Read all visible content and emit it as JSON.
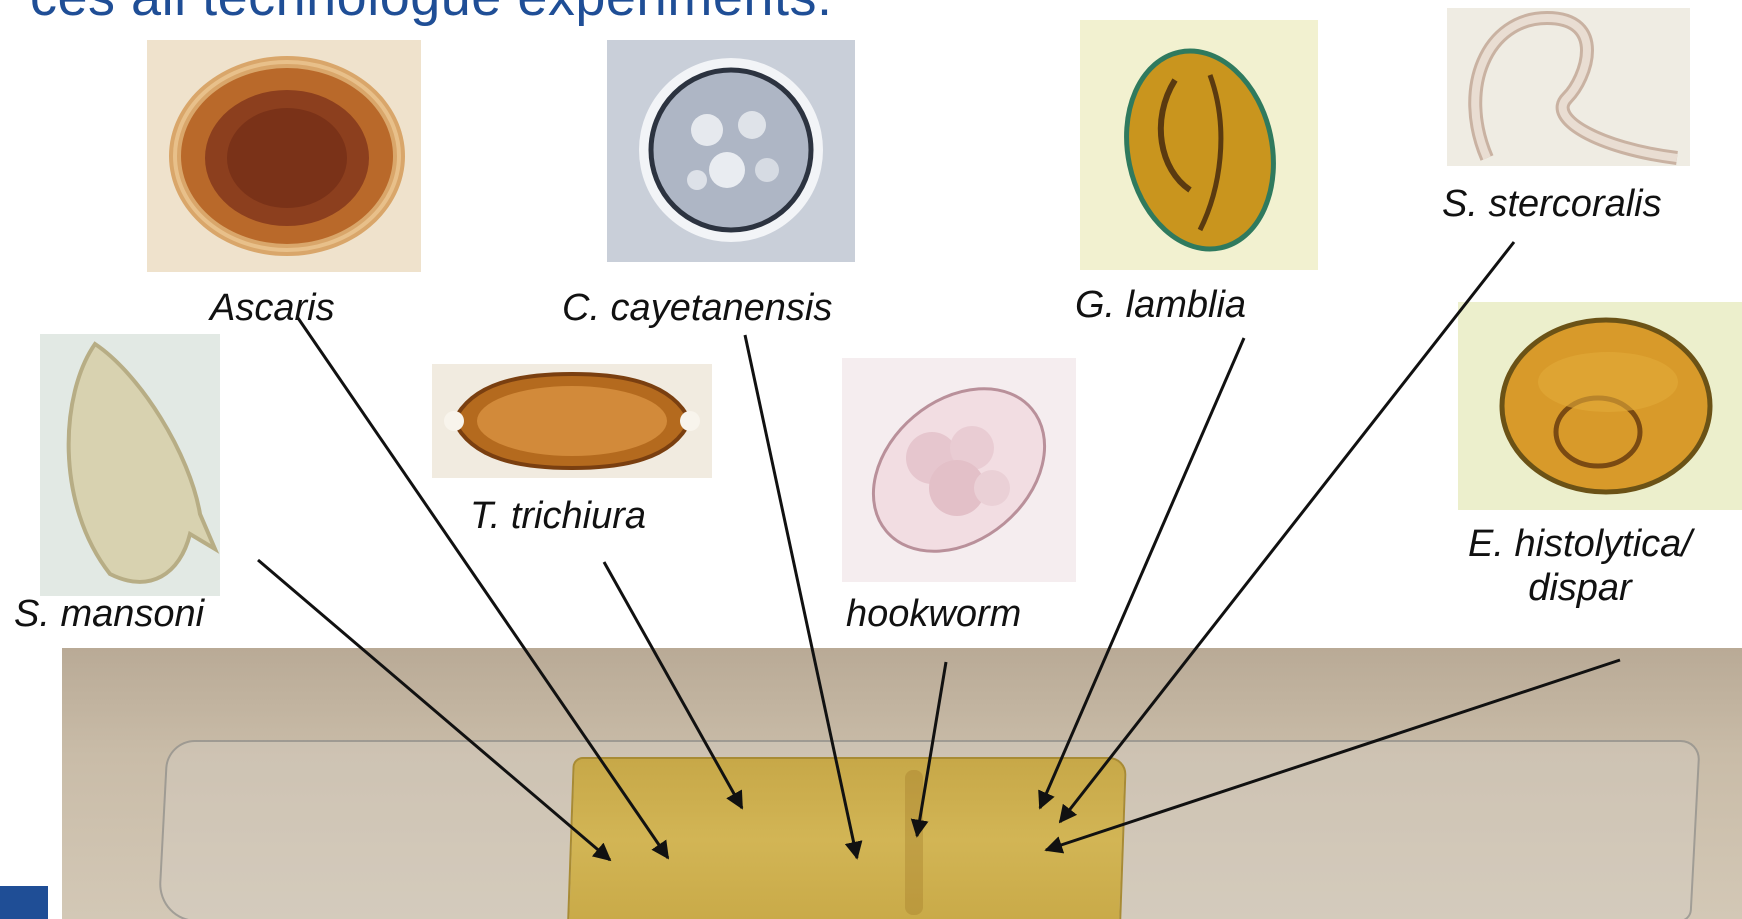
{
  "heading": "ces all technologue experiments:",
  "specimens": {
    "ascaris": {
      "label": "Ascaris"
    },
    "cyclospora": {
      "label": "C. cayetanensis"
    },
    "giardia": {
      "label": "G. lamblia"
    },
    "strongyloides": {
      "label": "S. stercoralis"
    },
    "schistosoma": {
      "label": "S. mansoni"
    },
    "trichuris": {
      "label": "T. trichiura"
    },
    "hookworm": {
      "label": "hookworm"
    },
    "entamoeba": {
      "label": "E. histolytica/",
      "label2": "dispar"
    }
  },
  "colors": {
    "heading": "#1f4e96",
    "arrow": "#111111",
    "smear": "#c9aa48",
    "table": "#c3b59f"
  }
}
